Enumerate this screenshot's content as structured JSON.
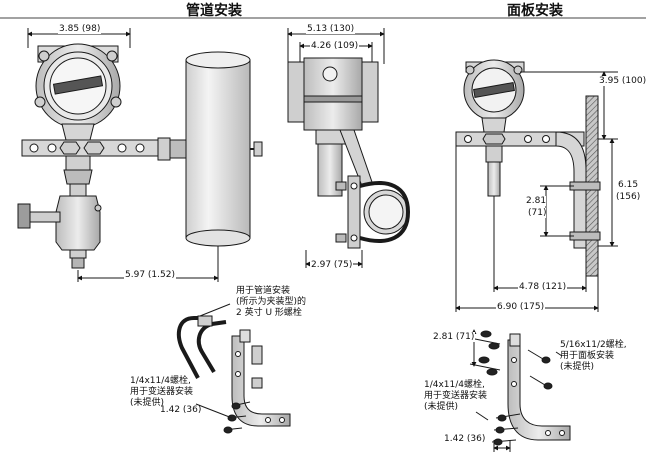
{
  "titles": {
    "pipe": "管道安装",
    "panel": "面板安装"
  },
  "dimensions": {
    "width_385": "3.85 (98)",
    "dist_597": "5.97 (1.52)",
    "width_513": "5.13 (130)",
    "width_426": "4.26 (109)",
    "dist_297": "2.97 (75)",
    "height_395": "3.95 (100)",
    "height_615a": "6.15",
    "height_615b": "(156)",
    "height_281a": "2.81",
    "height_281b": "(71)",
    "width_478": "4.78 (121)",
    "width_690": "6.90 (175)",
    "dist_281": "2.81 (71)",
    "dist_142a": "1.42 (36)",
    "dist_142b": "1.42 (36)"
  },
  "notes": {
    "ubolt_line1": "用于管道安装",
    "ubolt_line2": "(所示为夹装型)的",
    "ubolt_line3": "2 英寸 U 形螺栓",
    "bolt14_line1": "1/4x11/4螺栓,",
    "bolt14_line2": "用于变送器安装",
    "bolt14_line3": "(未提供)",
    "bolt516_line1": "5/16x11/2螺栓,",
    "bolt516_line2": "用于面板安装",
    "bolt516_line3": "(未提供)",
    "bolt14b_line1": "1/4x11/4螺栓,",
    "bolt14b_line2": "用于变送器安装",
    "bolt14b_line3": "(未提供)"
  },
  "colors": {
    "line": "#1a1a1a",
    "metal": "#d9d9d9",
    "shadow": "#8a8a8a",
    "wall": "#b0b0b0"
  }
}
